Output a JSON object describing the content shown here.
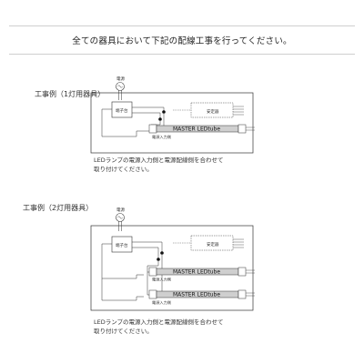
{
  "header": {
    "title": "全ての器具において下記の配線工事を行ってください。"
  },
  "examples": [
    {
      "title": "工事例（1灯用器具）",
      "power_label": "電源",
      "terminal_label": "端子台",
      "transformer_label": "安定器",
      "tubes": [
        {
          "label": "MASTER LEDtube",
          "side_label": "電源入力側"
        }
      ],
      "caption_line1": "LEDランプの電源入力側と電源配線側を合わせて",
      "caption_line2": "取り付けてください。"
    },
    {
      "title": "工事例（2灯用器具）",
      "power_label": "電源",
      "terminal_label": "端子台",
      "transformer_label": "安定器",
      "tubes": [
        {
          "label": "MASTER LEDtube",
          "side_label": "電源入力側"
        },
        {
          "label": "MASTER LEDtube",
          "side_label": "電源入力側"
        }
      ],
      "caption_line1": "LEDランプの電源入力側と電源配線側を合わせて",
      "caption_line2": "取り付けてください。"
    }
  ]
}
